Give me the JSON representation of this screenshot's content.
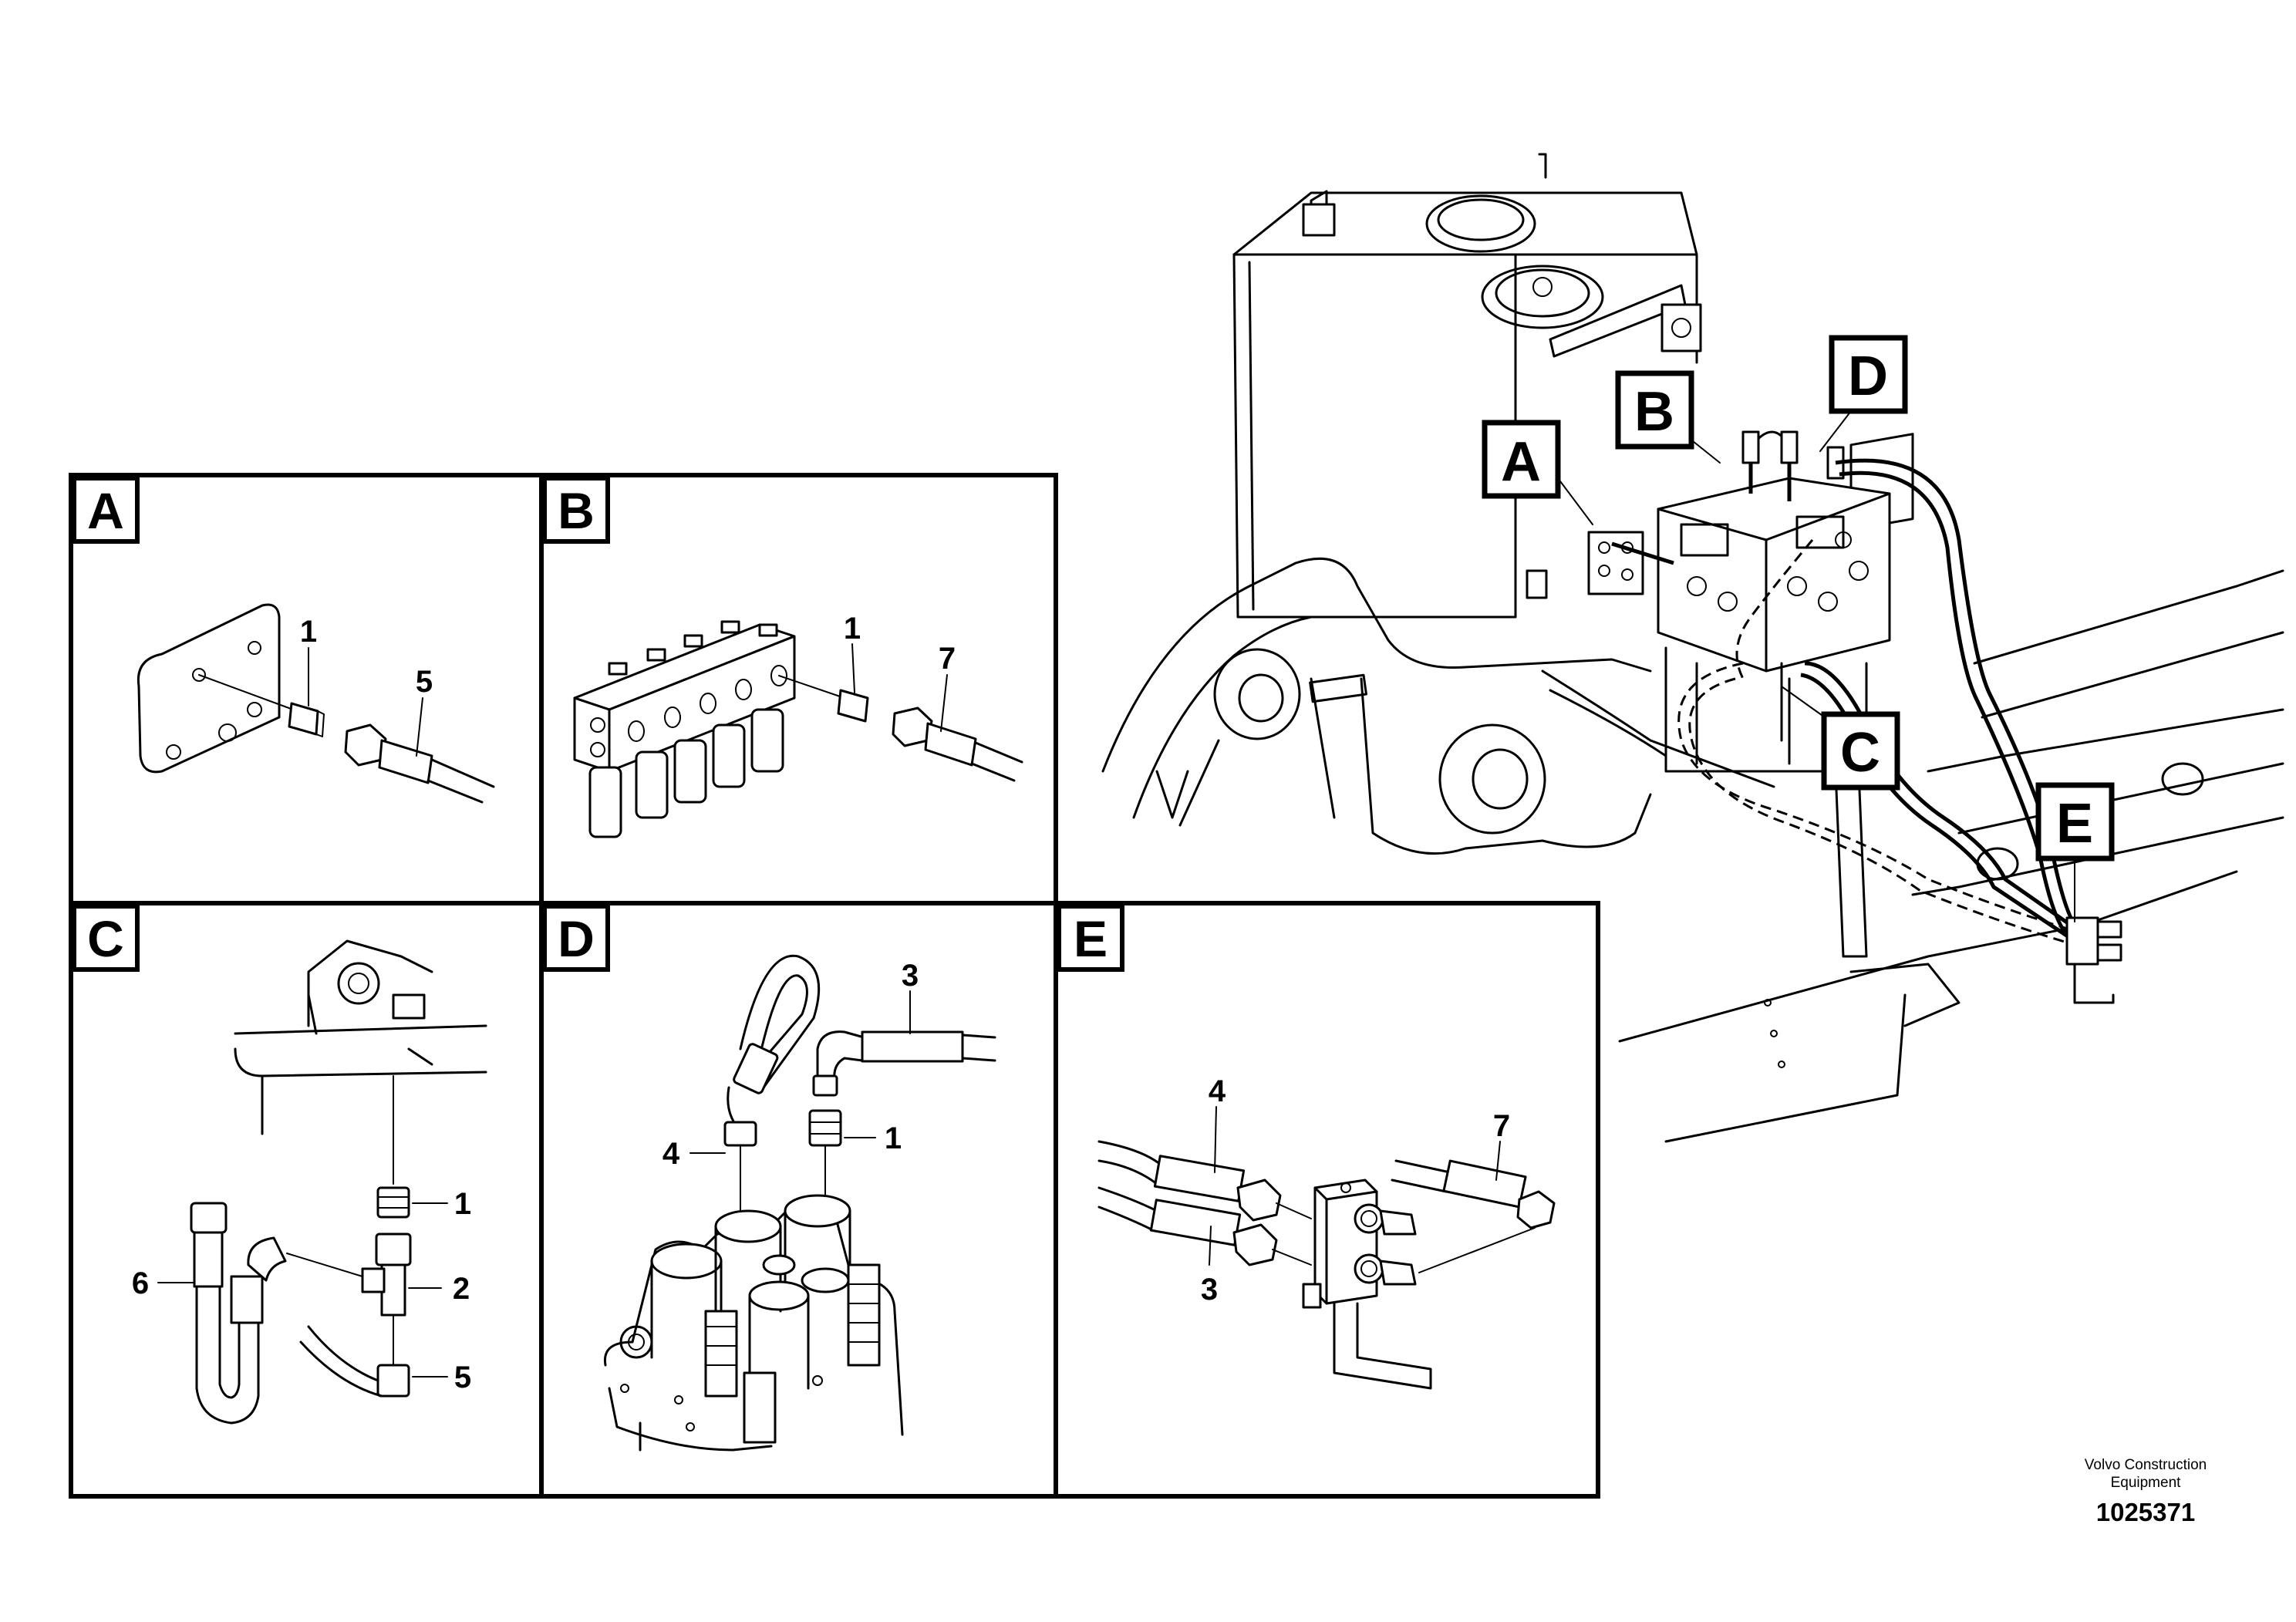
{
  "panels": [
    {
      "id": "A",
      "letter": "A",
      "callouts": [
        "1",
        "5"
      ]
    },
    {
      "id": "B",
      "letter": "B",
      "callouts": [
        "1",
        "7"
      ]
    },
    {
      "id": "C",
      "letter": "C",
      "callouts": [
        "1",
        "2",
        "5",
        "6"
      ]
    },
    {
      "id": "D",
      "letter": "D",
      "callouts": [
        "3",
        "4",
        "1"
      ]
    },
    {
      "id": "E",
      "letter": "E",
      "callouts": [
        "4",
        "3",
        "7"
      ]
    }
  ],
  "overview_labels": [
    "A",
    "B",
    "C",
    "D",
    "E"
  ],
  "footer": {
    "company_line1": "Volvo Construction",
    "company_line2": "Equipment",
    "drawing_number": "1025371"
  }
}
